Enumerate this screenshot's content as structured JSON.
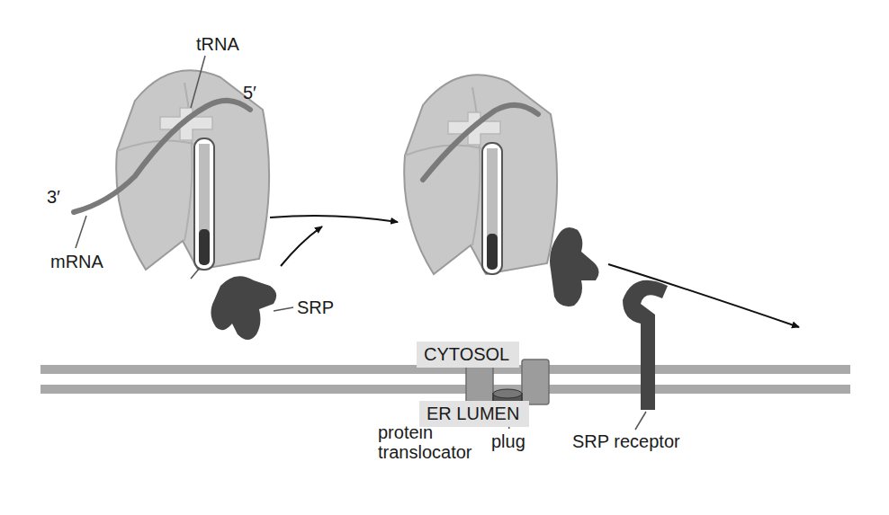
{
  "diagram": {
    "nodes": [
      {
        "text": [
          "CYTOSOL"
        ]
      },
      {
        "text": [
          "ER LUMEN"
        ]
      }
    ],
    "labels": [
      "tRNA",
      "5′",
      "3′",
      "mRNA",
      "SRP",
      "protein translocator",
      "plug",
      "SRP receptor"
    ]
  }
}
